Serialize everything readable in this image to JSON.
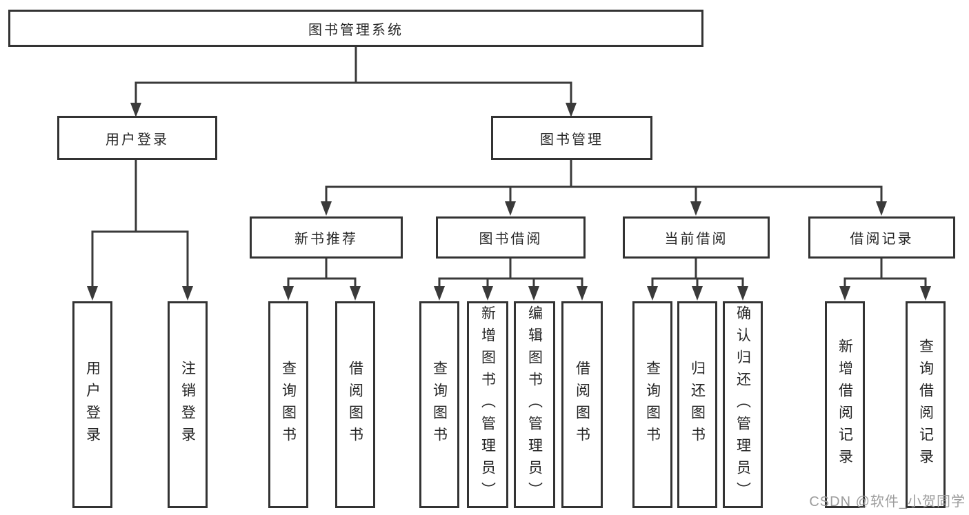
{
  "diagram": {
    "title": "图书管理系统",
    "branches": [
      {
        "label": "用户登录",
        "leaves": [
          "用户登录",
          "注销登录"
        ]
      },
      {
        "label": "图书管理",
        "groups": [
          {
            "label": "新书推荐",
            "leaves": [
              "查询图书",
              "借阅图书"
            ]
          },
          {
            "label": "图书借阅",
            "leaves": [
              "查询图书",
              "新增图书（管理员）",
              "编辑图书（管理员）",
              "借阅图书"
            ]
          },
          {
            "label": "当前借阅",
            "leaves": [
              "查询图书",
              "归还图书",
              "确认归还（管理员）"
            ]
          },
          {
            "label": "借阅记录",
            "leaves": [
              "新增借阅记录",
              "查询借阅记录"
            ]
          }
        ]
      }
    ]
  },
  "watermark": "CSDN @软件_小贺同学",
  "colors": {
    "line": "#3a3a3a",
    "border": "#333333",
    "text": "#262626",
    "watermark": "#9c9c9c",
    "background": "#ffffff"
  }
}
